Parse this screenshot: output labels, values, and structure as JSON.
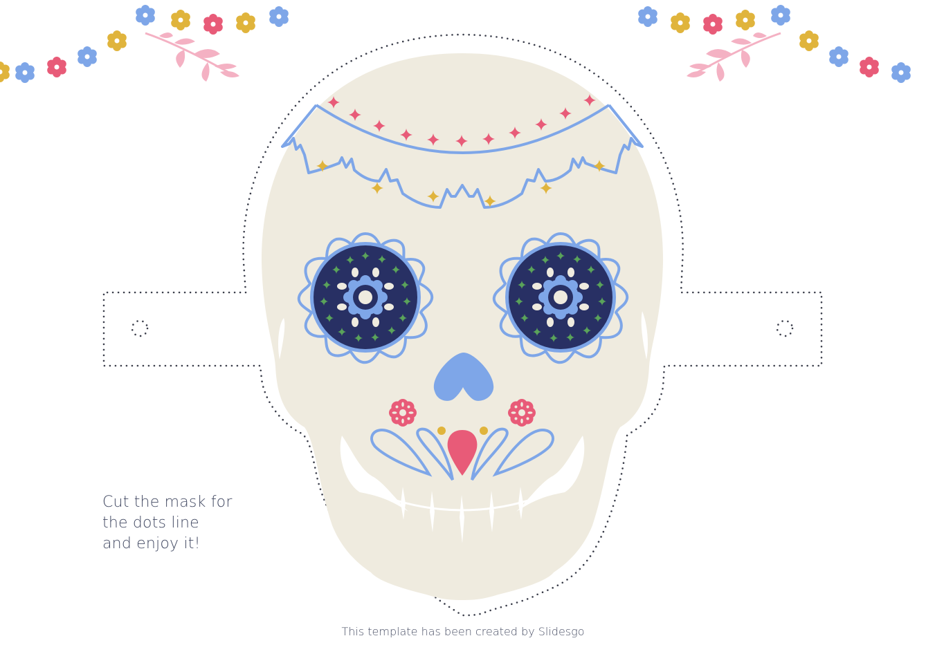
{
  "instructions": {
    "lines": [
      "Cut the mask for",
      "the dots line",
      "and enjoy it!"
    ]
  },
  "footer": {
    "credit": "This template has been created by Slidesgo"
  },
  "colors": {
    "background": "#ffffff",
    "skull": "#efebdf",
    "outline_blue": "#7ea6e8",
    "eye_navy": "#283064",
    "nose_blue": "#7ea6e8",
    "pink": "#e85b78",
    "gold": "#e0b43c",
    "green": "#5aa35a",
    "leaf_pink": "#f4b1c3",
    "cut_line": "#3a3d4a",
    "text": "#434a63"
  },
  "decorations": {
    "left_garland_flowers": [
      "gold",
      "blue",
      "pink",
      "blue",
      "gold",
      "blue",
      "gold",
      "pink",
      "gold",
      "blue"
    ],
    "right_garland_flowers": [
      "blue",
      "gold",
      "pink",
      "gold",
      "blue",
      "gold",
      "blue",
      "pink",
      "blue"
    ]
  },
  "icons": {
    "skull": "sugar-skull-mask",
    "cut_line": "dotted-cut-line",
    "strap_hole": "dotted-circle-hole"
  }
}
